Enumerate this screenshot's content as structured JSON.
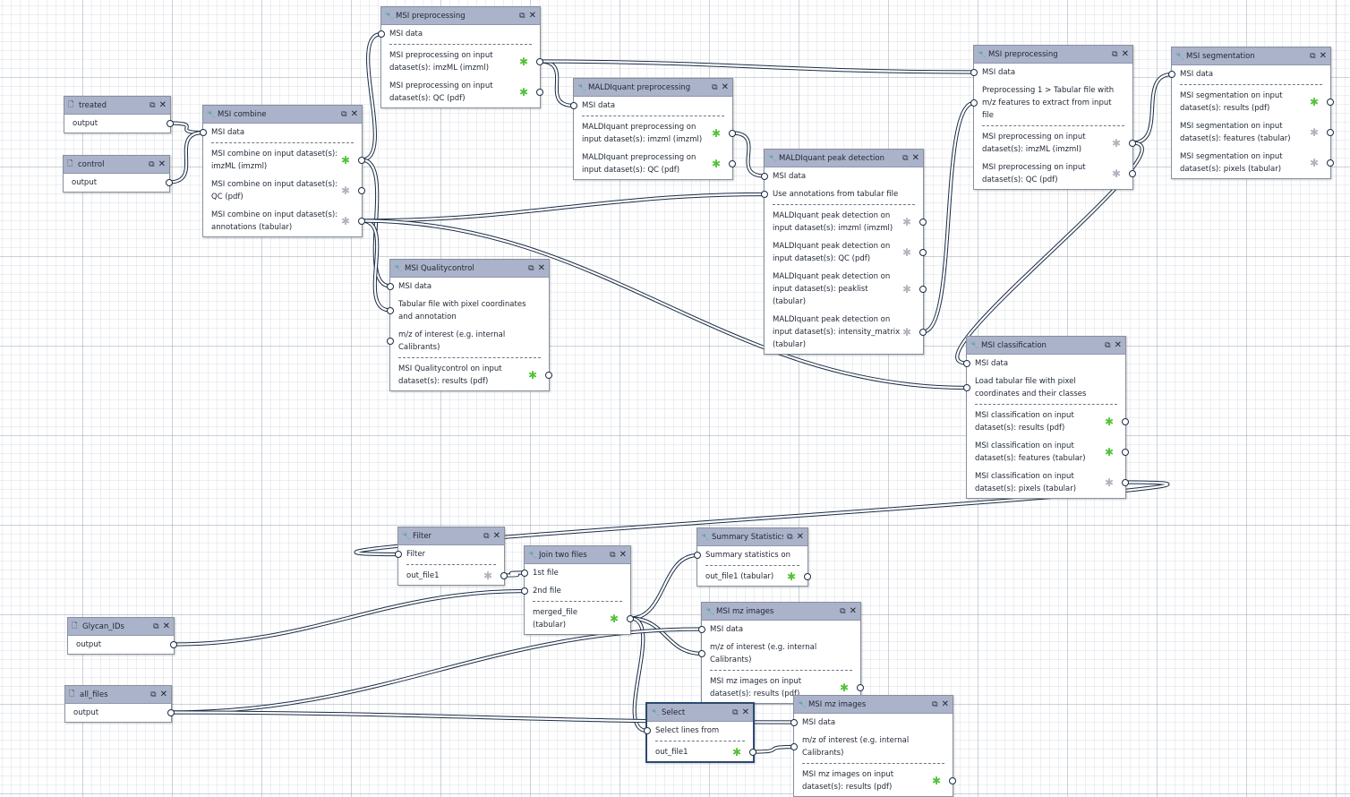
{
  "colors": {
    "header": "#aab3c9",
    "edge": "#1b2c44",
    "checked": "#52c238",
    "unchecked": "#b0b4bc"
  },
  "icons": {
    "input_node": "file-icon",
    "tool_node": "wrench-icon",
    "copy": "copy-icon",
    "close": "close-icon",
    "marked_output": "asterisk-icon"
  },
  "nodes": {
    "treated": {
      "title": "treated",
      "outputs": [
        "output"
      ]
    },
    "control": {
      "title": "control",
      "outputs": [
        "output"
      ]
    },
    "glycan": {
      "title": "Glycan_IDs",
      "outputs": [
        "output"
      ]
    },
    "allfiles": {
      "title": "all_files",
      "outputs": [
        "output"
      ]
    },
    "combine": {
      "title": "MSI combine",
      "inputs": [
        "MSI data"
      ],
      "outputs": [
        "MSI combine on input dataset(s): imzML (imzml)",
        "MSI combine on input dataset(s): QC (pdf)",
        "MSI combine on input dataset(s): annotations (tabular)"
      ]
    },
    "prep1": {
      "title": "MSI preprocessing",
      "inputs": [
        "MSI data"
      ],
      "outputs": [
        "MSI preprocessing on input dataset(s): imzML (imzml)",
        "MSI preprocessing on input dataset(s): QC (pdf)"
      ]
    },
    "maldiprep": {
      "title": "MALDIquant preprocessing",
      "inputs": [
        "MSI data"
      ],
      "outputs": [
        "MALDIquant preprocessing on input dataset(s): imzml (imzml)",
        "MALDIquant preprocessing on input dataset(s): QC (pdf)"
      ]
    },
    "peak": {
      "title": "MALDIquant peak detection",
      "inputs": [
        "MSI data",
        "Use annotations from tabular file"
      ],
      "outputs": [
        "MALDIquant peak detection on input dataset(s): imzml (imzml)",
        "MALDIquant peak detection on input dataset(s): QC (pdf)",
        "MALDIquant peak detection on input dataset(s): peaklist (tabular)",
        "MALDIquant peak detection on input dataset(s): intensity_matrix (tabular)"
      ]
    },
    "qc": {
      "title": "MSI Qualitycontrol",
      "inputs": [
        "MSI data",
        "Tabular file with pixel coordinates and annotation",
        "m/z of interest (e.g. internal Calibrants)"
      ],
      "outputs": [
        "MSI Qualitycontrol on input dataset(s): results (pdf)"
      ]
    },
    "prep2": {
      "title": "MSI preprocessing",
      "inputs": [
        "MSI data",
        "Preprocessing 1 > Tabular file with m/z features to extract from input file"
      ],
      "outputs": [
        "MSI preprocessing on input dataset(s): imzML (imzml)",
        "MSI preprocessing on input dataset(s): QC (pdf)"
      ]
    },
    "seg": {
      "title": "MSI segmentation",
      "inputs": [
        "MSI data"
      ],
      "outputs": [
        "MSI segmentation on input dataset(s): results (pdf)",
        "MSI segmentation on input dataset(s): features (tabular)",
        "MSI segmentation on input dataset(s): pixels (tabular)"
      ]
    },
    "cls": {
      "title": "MSI classification",
      "inputs": [
        "MSI data",
        "Load tabular file with pixel coordinates and their classes"
      ],
      "outputs": [
        "MSI classification on input dataset(s): results (pdf)",
        "MSI classification on input dataset(s): features (tabular)",
        "MSI classification on input dataset(s): pixels (tabular)"
      ]
    },
    "filter": {
      "title": "Filter",
      "inputs": [
        "Filter"
      ],
      "outputs": [
        "out_file1"
      ]
    },
    "join": {
      "title": "Join two files",
      "inputs": [
        "1st file",
        "2nd file"
      ],
      "outputs": [
        "merged_file (tabular)"
      ]
    },
    "summary": {
      "title": "Summary Statistics",
      "inputs": [
        "Summary statistics on"
      ],
      "outputs": [
        "out_file1 (tabular)"
      ]
    },
    "mz1": {
      "title": "MSI mz images",
      "inputs": [
        "MSI data",
        "m/z of interest (e.g. internal Calibrants)"
      ],
      "outputs": [
        "MSI mz images on input dataset(s): results (pdf)"
      ]
    },
    "select": {
      "title": "Select",
      "inputs": [
        "Select lines from"
      ],
      "outputs": [
        "out_file1"
      ]
    },
    "mz2": {
      "title": "MSI mz images",
      "inputs": [
        "MSI data",
        "m/z of interest (e.g. internal Calibrants)"
      ],
      "outputs": [
        "MSI mz images on input dataset(s): results (pdf)"
      ]
    }
  }
}
